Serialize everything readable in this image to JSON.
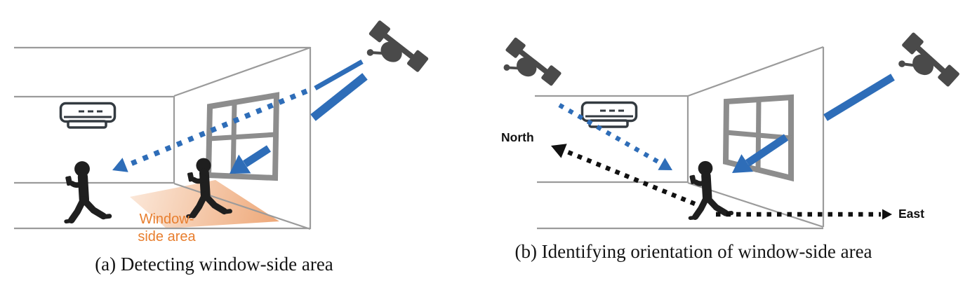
{
  "figure": {
    "panel_a": {
      "caption": "(a) Detecting window-side area",
      "area_label": {
        "line1": "Window-",
        "line2": "side area"
      }
    },
    "panel_b": {
      "caption": "(b) Identifying orientation of window-side area",
      "compass": {
        "north": "North",
        "east": "East"
      }
    },
    "icons": [
      "satellite-icon",
      "ac-unit-icon",
      "person-with-phone-icon",
      "window-icon"
    ],
    "colors": {
      "signal_blue": "#2e6db8",
      "label_orange": "#e87e2e",
      "area_gradient_light": "#fbe7d8",
      "area_gradient_dark": "#eda26f",
      "satellite_gray": "#4a4a4a",
      "ac_dark": "#333a40",
      "person_black": "#1f1f1f",
      "wall_gray": "#9b9b9b",
      "window_gray": "#8d8d8d",
      "caption_black": "#141414",
      "compass_black": "#111111"
    }
  }
}
